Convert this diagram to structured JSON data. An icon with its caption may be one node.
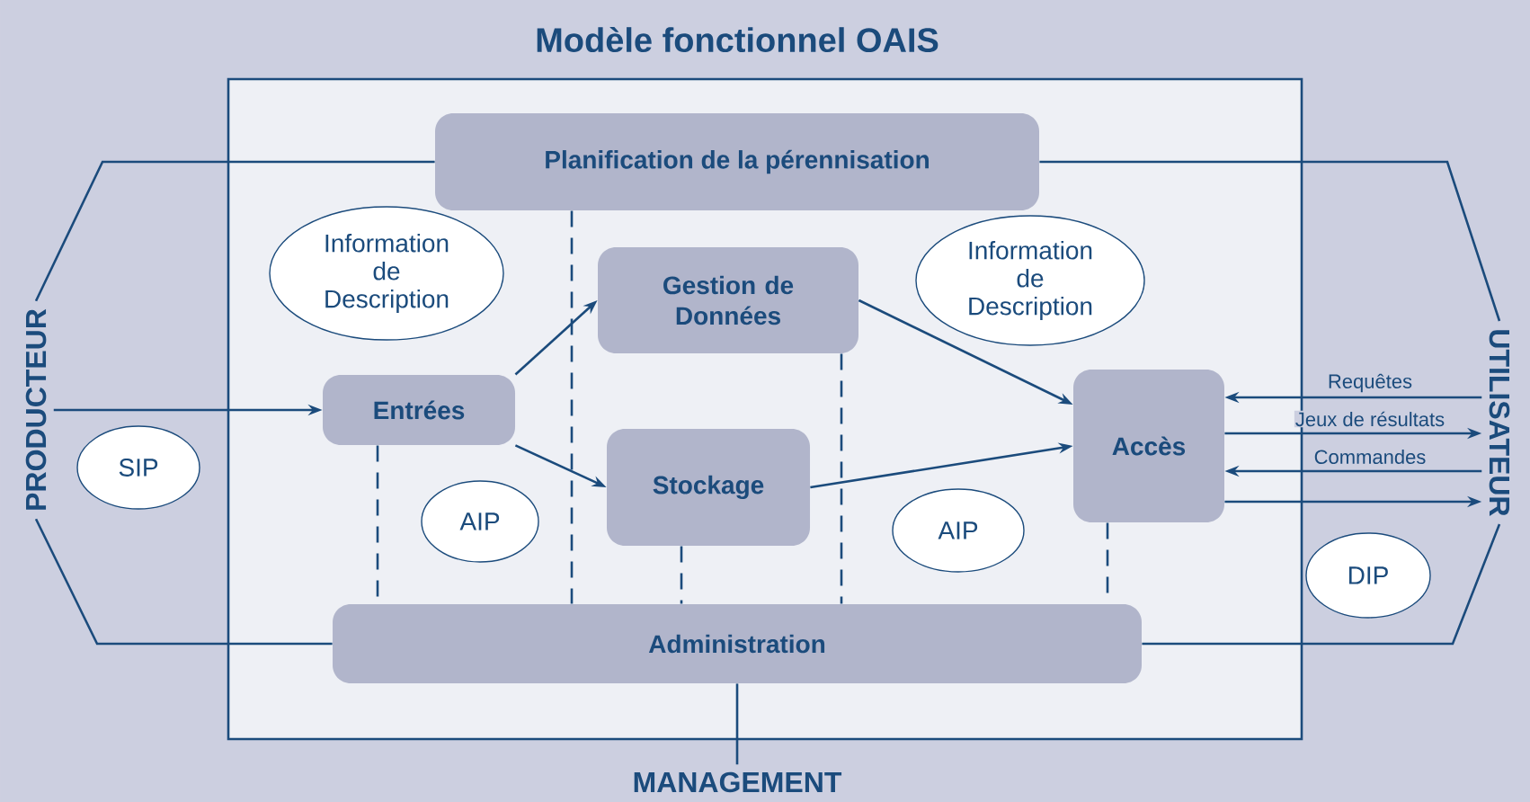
{
  "diagram": {
    "title": "Modèle fonctionnel OAIS",
    "nodes": [
      {
        "text": [
          "Planification de la pérennisation"
        ]
      },
      {
        "text": [
          "Information de Description"
        ]
      },
      {
        "text": [
          "Gestion de Données"
        ]
      },
      {
        "text": [
          "Information de Description"
        ]
      },
      {
        "text": [
          "PRODUCTEUR"
        ]
      },
      {
        "text": [
          "Entrées"
        ]
      },
      {
        "text": [
          "Accès"
        ]
      },
      {
        "text": [
          "UTILISATEUR"
        ]
      },
      {
        "text": [
          "SIP"
        ]
      },
      {
        "text": [
          "Stockage"
        ]
      },
      {
        "text": [
          "AIP"
        ]
      },
      {
        "text": [
          "AIP"
        ]
      },
      {
        "text": [
          "DIP"
        ]
      },
      {
        "text": [
          "Administration"
        ]
      },
      {
        "text": [
          "MANAGEMENT"
        ]
      }
    ],
    "edges": [
      {
        "from": 4,
        "to": 5,
        "arrow": "to"
      },
      {
        "from": 5,
        "to": 2,
        "arrow": "to"
      },
      {
        "from": 5,
        "to": 9,
        "arrow": "to"
      },
      {
        "from": 2,
        "to": 6,
        "arrow": "to"
      },
      {
        "from": 9,
        "to": 6,
        "arrow": "to"
      },
      {
        "from": 7,
        "to": 6,
        "arrow": "to",
        "label": "Requêtes"
      },
      {
        "from": 6,
        "to": 7,
        "arrow": "to",
        "label": "Jeux de résultats"
      },
      {
        "from": 7,
        "to": 6,
        "arrow": "to",
        "label": "Commandes"
      },
      {
        "from": 6,
        "to": 7,
        "arrow": "to"
      },
      {
        "from": 0,
        "to": 4,
        "arrow": "none"
      },
      {
        "from": 13,
        "to": 4,
        "arrow": "none"
      },
      {
        "from": 0,
        "to": 7,
        "arrow": "none"
      },
      {
        "from": 13,
        "to": 7,
        "arrow": "none"
      },
      {
        "from": 0,
        "to": 13,
        "arrow": "none",
        "style": "dashed"
      },
      {
        "from": 5,
        "to": 13,
        "arrow": "none",
        "style": "dashed"
      },
      {
        "from": 9,
        "to": 13,
        "arrow": "none",
        "style": "dashed"
      },
      {
        "from": 2,
        "to": 13,
        "arrow": "none",
        "style": "dashed"
      },
      {
        "from": 6,
        "to": 13,
        "arrow": "none",
        "style": "dashed"
      },
      {
        "from": 13,
        "to": 14,
        "arrow": "none"
      }
    ]
  }
}
